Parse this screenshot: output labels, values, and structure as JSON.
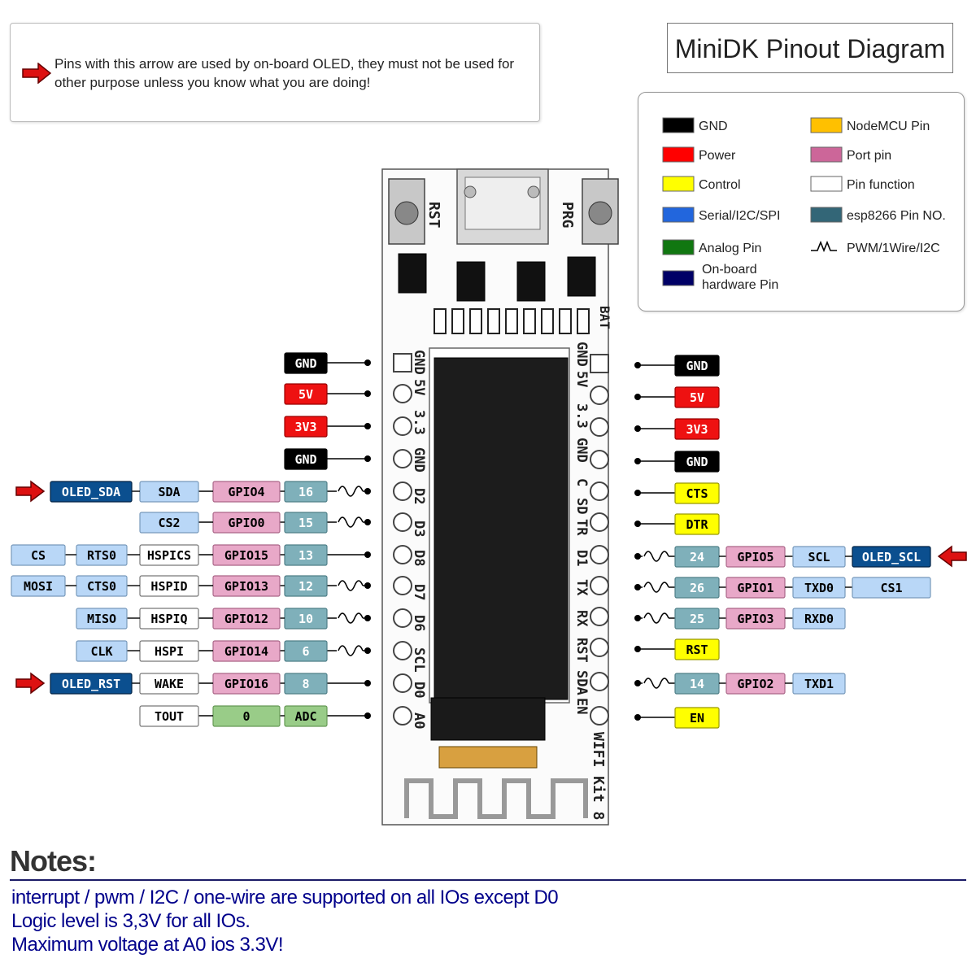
{
  "title": "MiniDK Pinout Diagram",
  "arrow_note": "Pins with this arrow are used by on-board OLED, they must not be used for other purpose unless you know what you are doing!",
  "legend": [
    {
      "label": "GND",
      "color": "#000000"
    },
    {
      "label": "Power",
      "color": "#ff0000"
    },
    {
      "label": "Control",
      "color": "#ffff00"
    },
    {
      "label": "Serial/I2C/SPI",
      "color": "#2266dd"
    },
    {
      "label": "Analog Pin",
      "color": "#117711"
    },
    {
      "label": "On-board hardware Pin",
      "color": "#000066"
    },
    {
      "label": "NodeMCU Pin",
      "color": "#ffc000"
    },
    {
      "label": "Port pin",
      "color": "#cc6699"
    },
    {
      "label": "Pin function",
      "color": "#ffffff"
    },
    {
      "label": "esp8266 Pin NO.",
      "color": "#336677"
    },
    {
      "label": "PWM/1Wire/I2C",
      "color": ""
    }
  ],
  "board": {
    "top_labels": [
      "RST",
      "PRG"
    ],
    "bat": "BAT",
    "left_silk": [
      "GND",
      "5V",
      "3.3",
      "GND",
      "D2",
      "D3",
      "D8",
      "D7",
      "D6",
      "SCL",
      "D0",
      "A0"
    ],
    "right_silk": [
      "GND",
      "5V",
      "3.3",
      "GND",
      "C",
      "SD",
      "TR",
      "D1",
      "TX",
      "RX",
      "RST",
      "SDA",
      "EN"
    ],
    "name": "WIFI Kit 8"
  },
  "left_pins": [
    {
      "tags": [
        {
          "t": "GND",
          "k": "gnd"
        }
      ]
    },
    {
      "tags": [
        {
          "t": "5V",
          "k": "pwr"
        }
      ]
    },
    {
      "tags": [
        {
          "t": "3V3",
          "k": "pwr"
        }
      ]
    },
    {
      "tags": [
        {
          "t": "GND",
          "k": "gnd"
        }
      ]
    },
    {
      "arrow": true,
      "pwm": true,
      "tags": [
        {
          "t": "16",
          "k": "esp"
        },
        {
          "t": "GPIO4",
          "k": "port"
        },
        {
          "t": "SDA",
          "k": "ser"
        },
        {
          "t": "OLED_SDA",
          "k": "hw"
        }
      ]
    },
    {
      "pwm": true,
      "tags": [
        {
          "t": "15",
          "k": "esp"
        },
        {
          "t": "GPIO0",
          "k": "port"
        },
        {
          "t": "CS2",
          "k": "ser"
        }
      ]
    },
    {
      "tags": [
        {
          "t": "13",
          "k": "esp"
        },
        {
          "t": "GPIO15",
          "k": "port"
        },
        {
          "t": "HSPICS",
          "k": "fn"
        },
        {
          "t": "RTS0",
          "k": "ser"
        },
        {
          "t": "CS",
          "k": "ser"
        }
      ]
    },
    {
      "pwm": true,
      "tags": [
        {
          "t": "12",
          "k": "esp"
        },
        {
          "t": "GPIO13",
          "k": "port"
        },
        {
          "t": "HSPID",
          "k": "fn"
        },
        {
          "t": "CTS0",
          "k": "ser"
        },
        {
          "t": "MOSI",
          "k": "ser"
        }
      ]
    },
    {
      "pwm": true,
      "tags": [
        {
          "t": "10",
          "k": "esp"
        },
        {
          "t": "GPIO12",
          "k": "port"
        },
        {
          "t": "HSPIQ",
          "k": "fn"
        },
        {
          "t": "MISO",
          "k": "ser"
        }
      ]
    },
    {
      "pwm": true,
      "tags": [
        {
          "t": "6",
          "k": "esp"
        },
        {
          "t": "GPIO14",
          "k": "port"
        },
        {
          "t": "HSPI",
          "k": "fn"
        },
        {
          "t": "CLK",
          "k": "ser"
        }
      ]
    },
    {
      "arrow": true,
      "tags": [
        {
          "t": "8",
          "k": "esp"
        },
        {
          "t": "GPIO16",
          "k": "port"
        },
        {
          "t": "WAKE",
          "k": "fn"
        },
        {
          "t": "OLED_RST",
          "k": "hw"
        }
      ]
    },
    {
      "tags": [
        {
          "t": "ADC",
          "k": "ana"
        },
        {
          "t": "0",
          "k": "ana"
        },
        {
          "t": "TOUT",
          "k": "fn"
        }
      ]
    }
  ],
  "right_pins": [
    {
      "tags": [
        {
          "t": "GND",
          "k": "gnd"
        }
      ]
    },
    {
      "tags": [
        {
          "t": "5V",
          "k": "pwr"
        }
      ]
    },
    {
      "tags": [
        {
          "t": "3V3",
          "k": "pwr"
        }
      ]
    },
    {
      "tags": [
        {
          "t": "GND",
          "k": "gnd"
        }
      ]
    },
    {
      "tags": [
        {
          "t": "CTS",
          "k": "ctl"
        }
      ]
    },
    {
      "tags": [
        {
          "t": "DTR",
          "k": "ctl"
        }
      ]
    },
    {
      "arrow": true,
      "pwm": true,
      "tags": [
        {
          "t": "24",
          "k": "esp"
        },
        {
          "t": "GPIO5",
          "k": "port"
        },
        {
          "t": "SCL",
          "k": "ser"
        },
        {
          "t": "OLED_SCL",
          "k": "hw"
        }
      ]
    },
    {
      "pwm": true,
      "tags": [
        {
          "t": "26",
          "k": "esp"
        },
        {
          "t": "GPIO1",
          "k": "port"
        },
        {
          "t": "TXD0",
          "k": "ser"
        },
        {
          "t": "CS1",
          "k": "ser"
        }
      ]
    },
    {
      "pwm": true,
      "tags": [
        {
          "t": "25",
          "k": "esp"
        },
        {
          "t": "GPIO3",
          "k": "port"
        },
        {
          "t": "RXD0",
          "k": "ser"
        }
      ]
    },
    {
      "tags": [
        {
          "t": "RST",
          "k": "ctl"
        }
      ]
    },
    {
      "pwm": true,
      "tags": [
        {
          "t": "14",
          "k": "esp"
        },
        {
          "t": "GPIO2",
          "k": "port"
        },
        {
          "t": "TXD1",
          "k": "ser"
        }
      ]
    },
    {
      "tags": [
        {
          "t": "EN",
          "k": "ctl"
        }
      ]
    }
  ],
  "notes": {
    "title": "Notes:",
    "lines": [
      "interrupt / pwm / I2C / one-wire are supported on all IOs except D0",
      "Logic level is 3,3V for all IOs.",
      "Maximum voltage at A0 ios 3.3V!"
    ]
  }
}
